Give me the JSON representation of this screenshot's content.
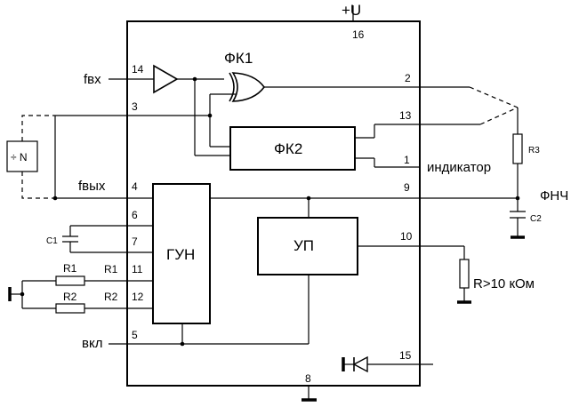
{
  "supply": {
    "label": "+U",
    "pin": "16"
  },
  "blocks": {
    "pc1": "ФК1",
    "pc2": "ФК2",
    "vco": "ГУН",
    "amp": "УП"
  },
  "signals": {
    "fin": "fвх",
    "fout": "fвых",
    "indicator": "индикатор",
    "enable": "вкл",
    "lpf": "ФНЧ",
    "load": "R>10 кОм",
    "divider": "÷ N"
  },
  "pins": {
    "p14": "14",
    "p3": "3",
    "p4": "4",
    "p6": "6",
    "p7": "7",
    "p11": "11",
    "p12": "12",
    "p5": "5",
    "p2": "2",
    "p13": "13",
    "p1": "1",
    "p9": "9",
    "p10": "10",
    "p15": "15",
    "p8": "8"
  },
  "components": {
    "c1": "C1",
    "c2": "C2",
    "r1": "R1",
    "r1pin": "R1",
    "r2": "R2",
    "r2pin": "R2",
    "r3": "R3"
  }
}
